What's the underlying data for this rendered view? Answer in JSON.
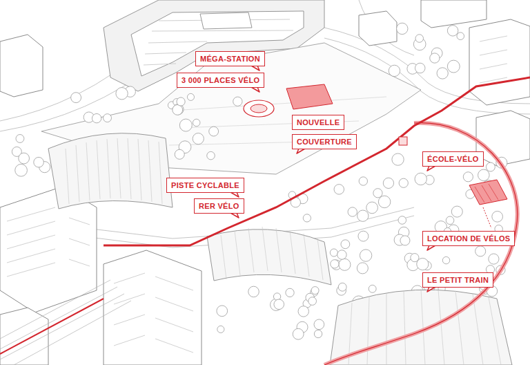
{
  "diagram": {
    "nodes": [
      {
        "text": [
          "MÉGA-STATION"
        ]
      },
      {
        "text": [
          "3 000 PLACES VÉLO"
        ]
      },
      {
        "text": [
          "NOUVELLE"
        ]
      },
      {
        "text": [
          "COUVERTURE"
        ]
      },
      {
        "text": [
          "ÉCOLE-VÉLO"
        ]
      },
      {
        "text": [
          "PISTE CYCLABLE"
        ]
      },
      {
        "text": [
          "RER VÉLO"
        ]
      },
      {
        "text": [
          "LOCATION DE VÉLOS"
        ]
      },
      {
        "text": [
          "LE PETIT TRAIN"
        ]
      }
    ]
  }
}
